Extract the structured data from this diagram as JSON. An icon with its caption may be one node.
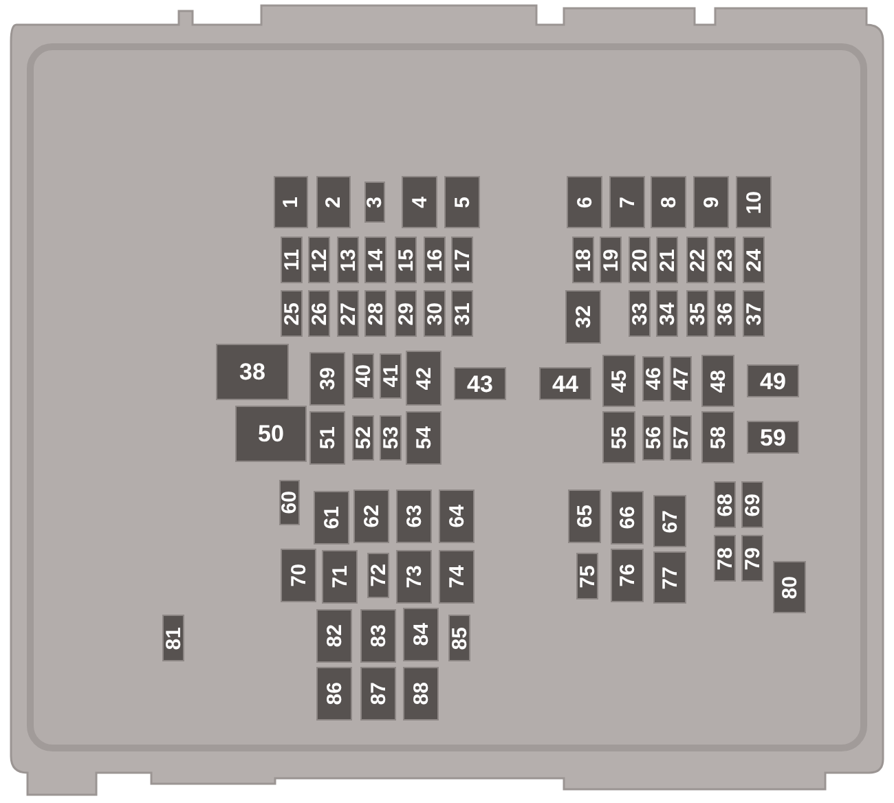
{
  "diagram": {
    "nodes": [
      {
        "text": [
          "1"
        ]
      },
      {
        "text": [
          "2"
        ]
      },
      {
        "text": [
          "3"
        ]
      },
      {
        "text": [
          "4"
        ]
      },
      {
        "text": [
          "5"
        ]
      },
      {
        "text": [
          "6"
        ]
      },
      {
        "text": [
          "7"
        ]
      },
      {
        "text": [
          "8"
        ]
      },
      {
        "text": [
          "9"
        ]
      },
      {
        "text": [
          "10"
        ]
      },
      {
        "text": [
          "11"
        ]
      },
      {
        "text": [
          "12"
        ]
      },
      {
        "text": [
          "13"
        ]
      },
      {
        "text": [
          "14"
        ]
      },
      {
        "text": [
          "15"
        ]
      },
      {
        "text": [
          "16"
        ]
      },
      {
        "text": [
          "17"
        ]
      },
      {
        "text": [
          "18"
        ]
      },
      {
        "text": [
          "19"
        ]
      },
      {
        "text": [
          "20"
        ]
      },
      {
        "text": [
          "21"
        ]
      },
      {
        "text": [
          "22"
        ]
      },
      {
        "text": [
          "23"
        ]
      },
      {
        "text": [
          "24"
        ]
      },
      {
        "text": [
          "25"
        ]
      },
      {
        "text": [
          "26"
        ]
      },
      {
        "text": [
          "27"
        ]
      },
      {
        "text": [
          "28"
        ]
      },
      {
        "text": [
          "29"
        ]
      },
      {
        "text": [
          "30"
        ]
      },
      {
        "text": [
          "31"
        ]
      },
      {
        "text": [
          "32"
        ]
      },
      {
        "text": [
          "33"
        ]
      },
      {
        "text": [
          "34"
        ]
      },
      {
        "text": [
          "35"
        ]
      },
      {
        "text": [
          "36"
        ]
      },
      {
        "text": [
          "37"
        ]
      },
      {
        "text": [
          "38"
        ]
      },
      {
        "text": [
          "39"
        ]
      },
      {
        "text": [
          "40"
        ]
      },
      {
        "text": [
          "41"
        ]
      },
      {
        "text": [
          "42"
        ]
      },
      {
        "text": [
          "43"
        ]
      },
      {
        "text": [
          "44"
        ]
      },
      {
        "text": [
          "45"
        ]
      },
      {
        "text": [
          "46"
        ]
      },
      {
        "text": [
          "47"
        ]
      },
      {
        "text": [
          "48"
        ]
      },
      {
        "text": [
          "49"
        ]
      },
      {
        "text": [
          "50"
        ]
      },
      {
        "text": [
          "51"
        ]
      },
      {
        "text": [
          "52"
        ]
      },
      {
        "text": [
          "53"
        ]
      },
      {
        "text": [
          "54"
        ]
      },
      {
        "text": [
          "55"
        ]
      },
      {
        "text": [
          "56"
        ]
      },
      {
        "text": [
          "57"
        ]
      },
      {
        "text": [
          "58"
        ]
      },
      {
        "text": [
          "59"
        ]
      },
      {
        "text": [
          "60"
        ]
      },
      {
        "text": [
          "61"
        ]
      },
      {
        "text": [
          "62"
        ]
      },
      {
        "text": [
          "63"
        ]
      },
      {
        "text": [
          "64"
        ]
      },
      {
        "text": [
          "65"
        ]
      },
      {
        "text": [
          "66"
        ]
      },
      {
        "text": [
          "67"
        ]
      },
      {
        "text": [
          "68"
        ]
      },
      {
        "text": [
          "69"
        ]
      },
      {
        "text": [
          "70"
        ]
      },
      {
        "text": [
          "71"
        ]
      },
      {
        "text": [
          "72"
        ]
      },
      {
        "text": [
          "73"
        ]
      },
      {
        "text": [
          "74"
        ]
      },
      {
        "text": [
          "75"
        ]
      },
      {
        "text": [
          "76"
        ]
      },
      {
        "text": [
          "77"
        ]
      },
      {
        "text": [
          "78"
        ]
      },
      {
        "text": [
          "79"
        ]
      },
      {
        "text": [
          "80"
        ]
      },
      {
        "text": [
          "81"
        ]
      },
      {
        "text": [
          "82"
        ]
      },
      {
        "text": [
          "83"
        ]
      },
      {
        "text": [
          "84"
        ]
      },
      {
        "text": [
          "85"
        ]
      },
      {
        "text": [
          "86"
        ]
      },
      {
        "text": [
          "87"
        ]
      },
      {
        "text": [
          "88"
        ]
      }
    ]
  }
}
